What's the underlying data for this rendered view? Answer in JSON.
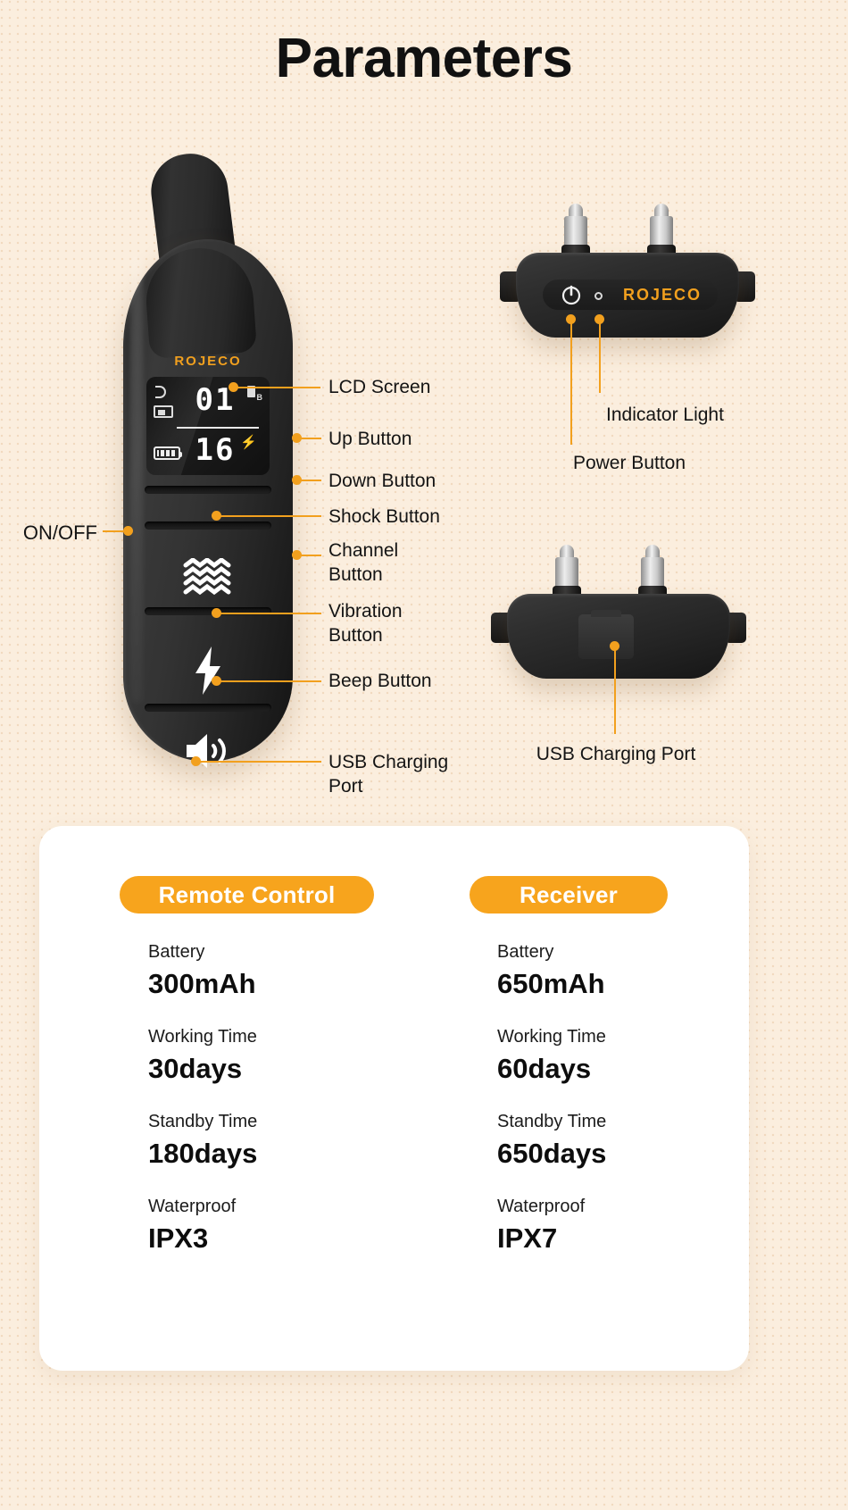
{
  "page": {
    "title": "Parameters",
    "accent_color": "#f7a41d",
    "background_color": "#fbeede",
    "brand": "ROJECO"
  },
  "remote": {
    "brand": "ROJECO",
    "lcd": {
      "channel_value": "01",
      "level_value": "16",
      "battery_icon": "battery-icon",
      "signal_icon": "signal-icon",
      "mode_icon": "mode-icon",
      "antenna_icon": "antenna-icon",
      "antenna_label": "B",
      "bolt_icon": "bolt-icon"
    },
    "buttons": {
      "shock_icon": "shock-wave-icon",
      "vibration_icon": "lightning-bolt-icon",
      "beep_icon": "speaker-icon"
    },
    "callouts": [
      {
        "name": "on-off",
        "label": "ON/OFF"
      },
      {
        "name": "lcd-screen",
        "label": "LCD Screen"
      },
      {
        "name": "up-button",
        "label": "Up Button"
      },
      {
        "name": "down-button",
        "label": "Down Button"
      },
      {
        "name": "shock-button",
        "label": "Shock Button"
      },
      {
        "name": "channel-button",
        "label": "Channel\nButton"
      },
      {
        "name": "vibration-button",
        "label": "Vibration\nButton"
      },
      {
        "name": "beep-button",
        "label": "Beep Button"
      },
      {
        "name": "usb-charging-port",
        "label": "USB Charging\nPort"
      }
    ]
  },
  "receiver_top": {
    "brand": "ROJECO",
    "power_icon": "power-icon",
    "indicator_icon": "indicator-light-icon",
    "callouts": [
      {
        "name": "indicator-light",
        "label": "Indicator Light"
      },
      {
        "name": "power-button",
        "label": "Power Button"
      }
    ]
  },
  "receiver_bottom": {
    "callouts": [
      {
        "name": "usb-charging-port",
        "label": "USB Charging Port"
      }
    ]
  },
  "specs": {
    "remote": {
      "badge": "Remote Control",
      "rows": [
        {
          "label": "Battery",
          "value": "300mAh"
        },
        {
          "label": "Working Time",
          "value": "30days"
        },
        {
          "label": "Standby Time",
          "value": "180days"
        },
        {
          "label": "Waterproof",
          "value": "IPX3"
        }
      ]
    },
    "receiver": {
      "badge": "Receiver",
      "rows": [
        {
          "label": "Battery",
          "value": "650mAh"
        },
        {
          "label": "Working Time",
          "value": "60days"
        },
        {
          "label": "Standby Time",
          "value": "650days"
        },
        {
          "label": "Waterproof",
          "value": "IPX7"
        }
      ]
    }
  }
}
